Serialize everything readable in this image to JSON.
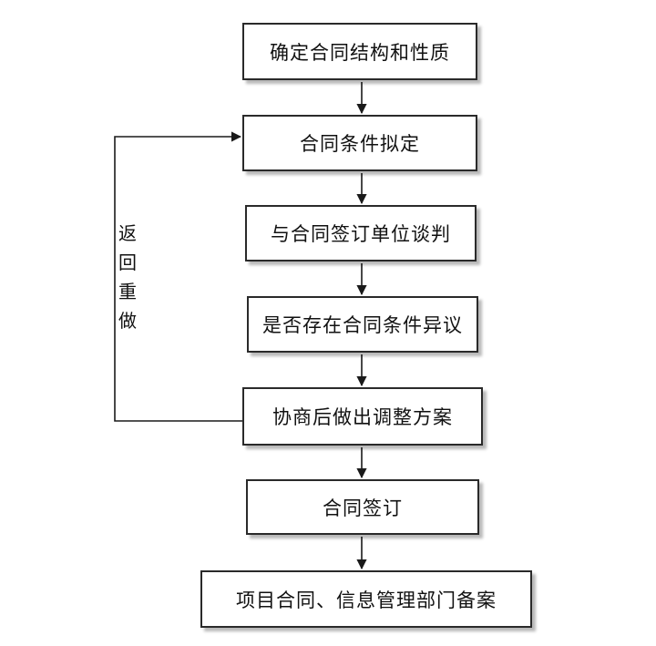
{
  "steps": [
    "确定合同结构和性质",
    "合同条件拟定",
    "与合同签订单位谈判",
    "是否存在合同条件异议",
    "协商后做出调整方案",
    "合同签订",
    "项目合同、信息管理部门备案"
  ],
  "loop_label": [
    "返",
    "回",
    "重",
    "做"
  ]
}
